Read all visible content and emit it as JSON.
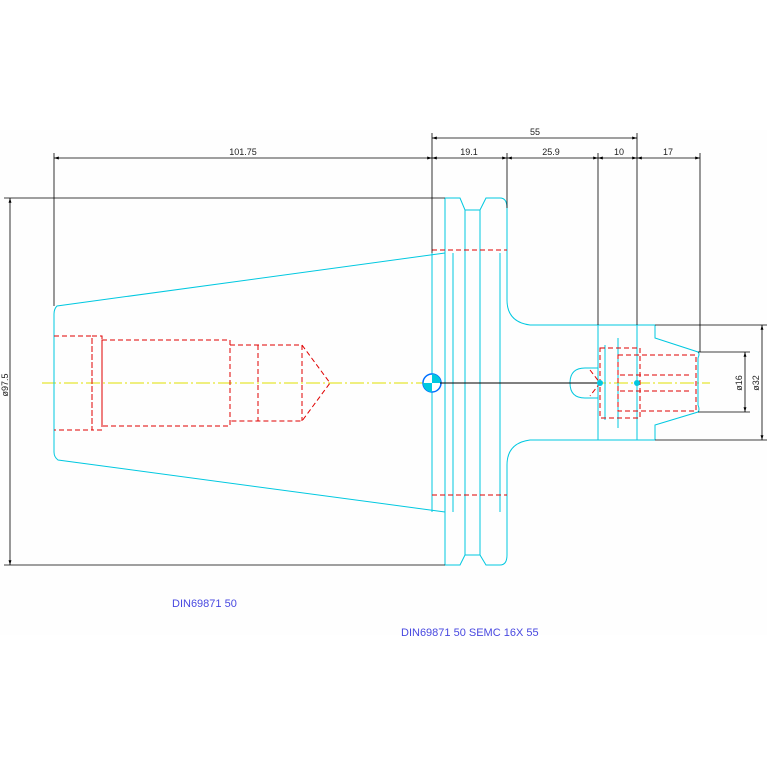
{
  "colors": {
    "outline": "#00c8e0",
    "hidden": "#e00000",
    "centerline": "#e0e000",
    "dimension": "#000000",
    "caption": "#4848e0",
    "datum_blue": "#0070ff"
  },
  "dimensions": {
    "overall_length": "55",
    "taper_length": "101.75",
    "flange_width": "19.1",
    "neck_length": "25.9",
    "collet_section": "10",
    "projection": "17",
    "flange_diameter": "ø97.5",
    "bore_diameter": "ø16",
    "nose_diameter": "ø32"
  },
  "captions": {
    "holder_standard": "DIN69871 50",
    "tool_designation": "DIN69871 50 SEMC 16X 55"
  }
}
